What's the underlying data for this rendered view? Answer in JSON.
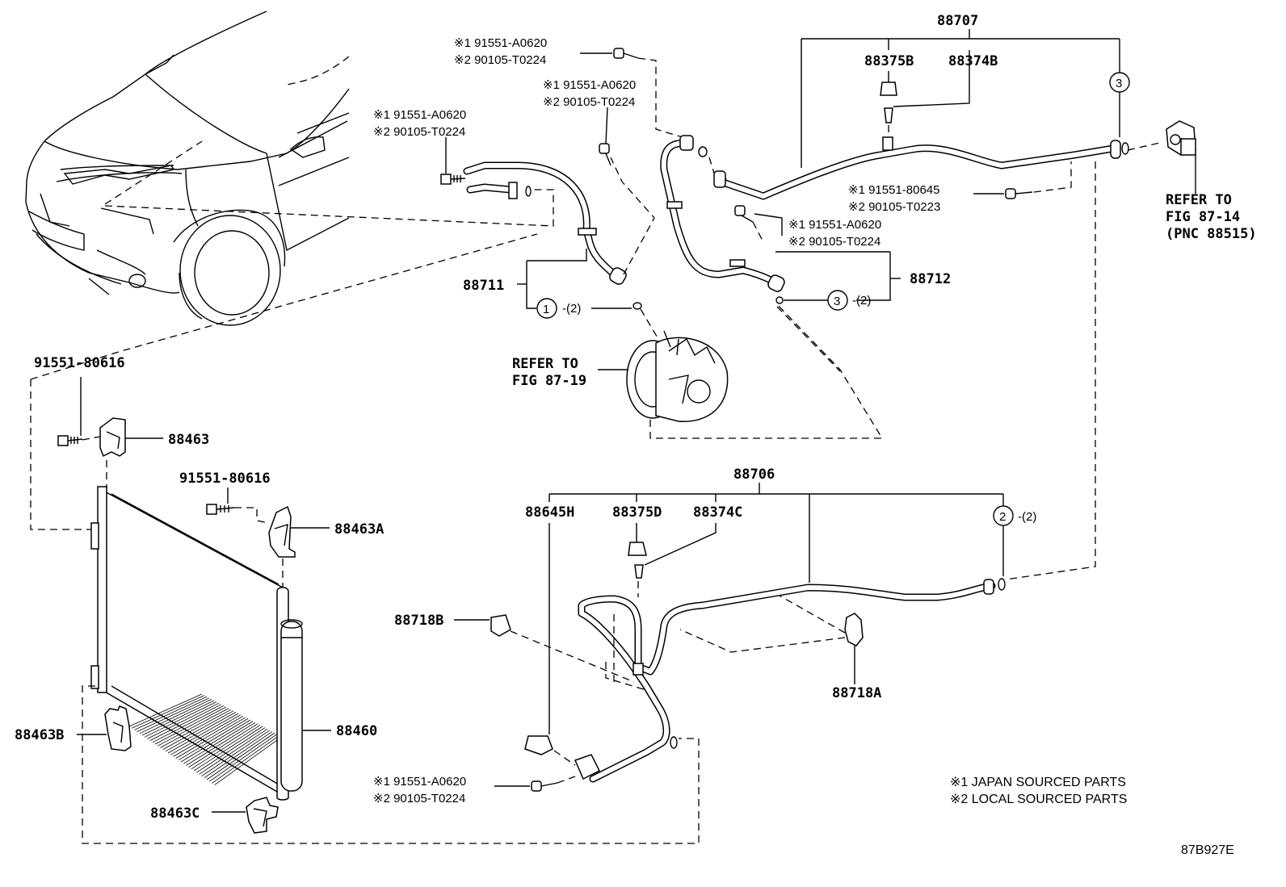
{
  "labels": {
    "hose_top": "88707",
    "valve_b": "88375B",
    "core_b": "88374B",
    "hose_discharge": "88711",
    "hose_suction": "88712",
    "liquid_tube": "88706",
    "pressure_sw": "88645H",
    "valve_d": "88375D",
    "core_c": "88374C",
    "clamp_b": "88718B",
    "clamp_a": "88718A",
    "condenser": "88460",
    "bracket": "88463",
    "bracket_a": "88463A",
    "bracket_b": "88463B",
    "bracket_c": "88463C",
    "bolt_1": "91551-80616",
    "bolt_2": "91551-80616"
  },
  "bolt_refs": {
    "a": {
      "j": "※1 91551-A0620",
      "l": "※2 90105-T0224"
    },
    "b": {
      "j": "※1 91551-A0620",
      "l": "※2 90105-T0224"
    },
    "c": {
      "j": "※1 91551-A0620",
      "l": "※2 90105-T0224"
    },
    "d": {
      "j": "※1 91551-80645",
      "l": "※2 90105-T0223"
    },
    "e": {
      "j": "※1 91551-A0620",
      "l": "※2 90105-T0224"
    },
    "f": {
      "j": "※1 91551-A0620",
      "l": "※2 90105-T0224"
    }
  },
  "callouts": {
    "c1": "1",
    "c1_qty": "-(2)",
    "c2": "2",
    "c2_qty": "-(2)",
    "c3a": "3",
    "c3b": "3",
    "c3_qty": "-(2)"
  },
  "refer_compressor": {
    "line1": "REFER TO",
    "line2": "FIG 87-19"
  },
  "refer_heater": {
    "line1": "REFER TO",
    "line2": "FIG 87-14",
    "line3": "(PNC 88515)"
  },
  "legend": {
    "j": "※1 JAPAN SOURCED PARTS",
    "l": "※2 LOCAL SOURCED PARTS"
  },
  "figure_code": "87B927E"
}
